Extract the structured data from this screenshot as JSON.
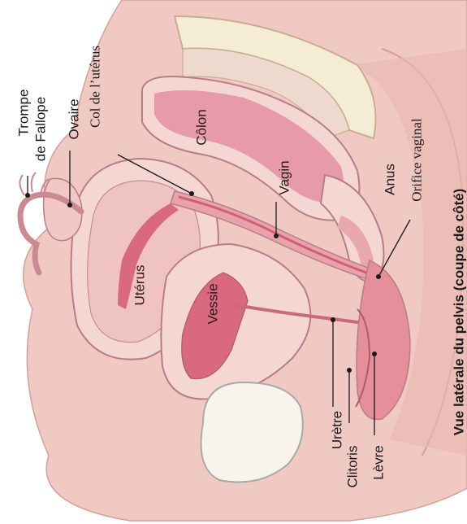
{
  "title": "Vue latérale du pelvis (coupe de côté)",
  "labels": {
    "trompe_line1": "Trompe",
    "trompe_line2": "de Fallope",
    "ovaire": "Ovaire",
    "col": "Col de l’utérus",
    "colon": "Côlon",
    "vagin": "Vagin",
    "anus": "Anus",
    "orifice": "Orifice vaginal",
    "uterus": "Utérus",
    "vessie": "Vessie",
    "uretre": "Urètre",
    "clitoris": "Clitoris",
    "levre": "Lèvre"
  },
  "colors": {
    "skin": "#f0c9c3",
    "skin_dark": "#e6b2ab",
    "organ": "#ebb4b6",
    "organ_wall": "#f4d6d2",
    "lumen": "#d8697f",
    "bone": "#f5ecd5",
    "outline": "#b87d86"
  }
}
